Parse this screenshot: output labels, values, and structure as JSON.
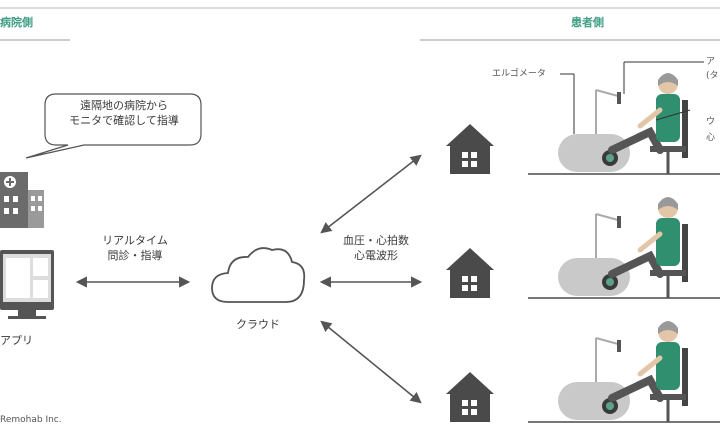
{
  "sections": {
    "left_title": "病院側",
    "right_title": "患者側"
  },
  "bubble": {
    "line1": "遠隔地の病院から",
    "line2": "モニタで確認して指導"
  },
  "left_arrow_label": {
    "line1": "リアルタイム",
    "line2": "問診・指導"
  },
  "cloud_label": "クラウド",
  "right_arrow_label": {
    "line1": "血圧・心拍数",
    "line2": "心電波形"
  },
  "app_label": "アプリ",
  "device_labels": {
    "ergometer": "エルゴメータ",
    "top_right_1": "ア",
    "top_right_2": "(タ",
    "mid_right_1": "ウ",
    "mid_right_2": "心"
  },
  "copyright": "Remohab Inc.",
  "colors": {
    "accent": "#3f9e84",
    "line": "#555555",
    "house": "#4a4a4a",
    "patient_shirt": "#2f8f6f"
  }
}
